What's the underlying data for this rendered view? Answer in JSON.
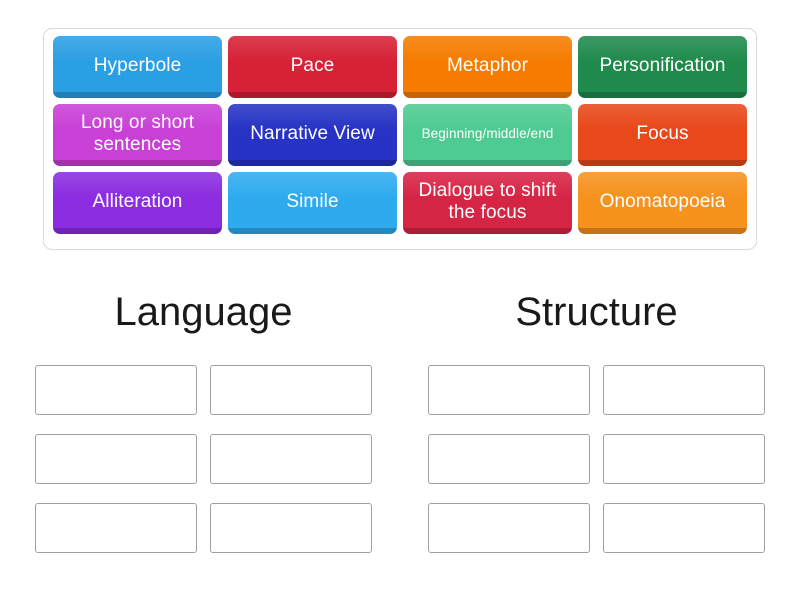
{
  "activity": {
    "type": "group-sort",
    "tile_pool": {
      "name": "tile-pool",
      "rows": [
        [
          {
            "label": "Hyperbole",
            "color": "#2b9fe4",
            "small": false
          },
          {
            "label": "Pace",
            "color": "#d62136",
            "small": false
          },
          {
            "label": "Metaphor",
            "color": "#f57c00",
            "small": false
          },
          {
            "label": "Personification",
            "color": "#1f8a4c",
            "small": false
          }
        ],
        [
          {
            "label": "Long or short sentences",
            "color": "#c840d6",
            "small": false
          },
          {
            "label": "Narrative View",
            "color": "#2633c4",
            "small": false
          },
          {
            "label": "Beginning/middle/end",
            "color": "#4ecb92",
            "small": true
          },
          {
            "label": "Focus",
            "color": "#e8481a",
            "small": false
          }
        ],
        [
          {
            "label": "Alliteration",
            "color": "#8b2ce0",
            "small": false
          },
          {
            "label": "Simile",
            "color": "#2eabef",
            "small": false
          },
          {
            "label": "Dialogue to shift the focus",
            "color": "#d62445",
            "small": false
          },
          {
            "label": "Onomatopoeia",
            "color": "#f6921e",
            "small": false
          }
        ]
      ]
    },
    "columns": [
      {
        "heading": "Language",
        "slots": [
          "",
          "",
          "",
          "",
          "",
          ""
        ]
      },
      {
        "heading": "Structure",
        "slots": [
          "",
          "",
          "",
          "",
          "",
          ""
        ]
      }
    ],
    "colors": {
      "page_background": "#ffffff",
      "pool_border": "#d9d9d9",
      "dropzone_border": "#a0a0a0",
      "heading_text": "#191919",
      "tile_text": "#ffffff"
    }
  }
}
